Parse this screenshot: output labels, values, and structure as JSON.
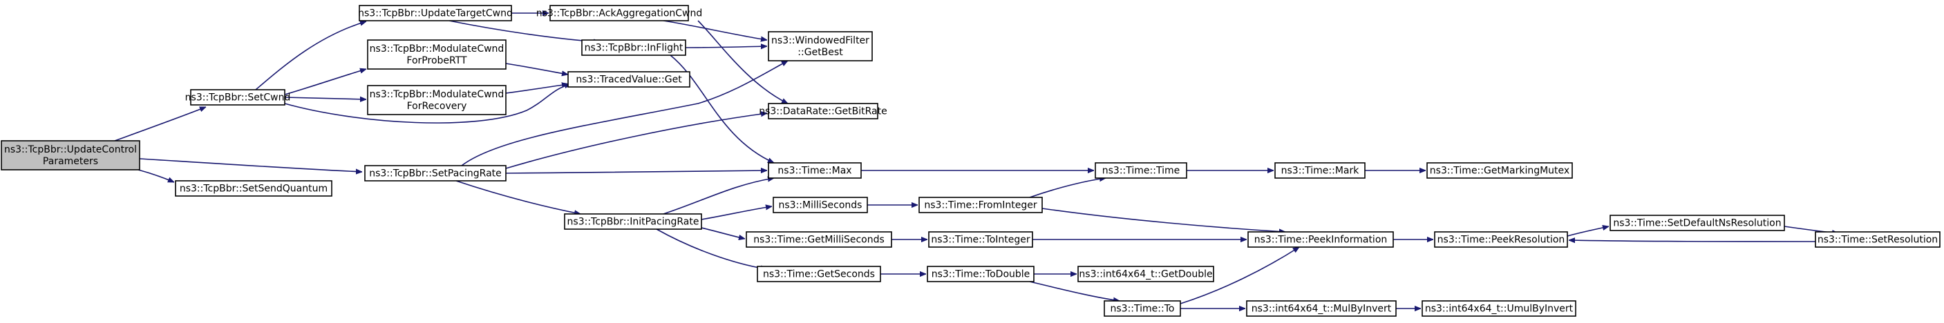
{
  "diagram": {
    "type": "call-graph",
    "colors": {
      "edge": "#191970",
      "node_border": "#000000",
      "root_fill": "#bfbfbf",
      "node_fill": "#ffffff"
    },
    "nodes": [
      {
        "id": "n0",
        "lines": [
          "ns3::TcpBbr::UpdateControl",
          "Parameters"
        ],
        "root": true
      },
      {
        "id": "n1",
        "lines": [
          "ns3::TcpBbr::SetCwnd"
        ]
      },
      {
        "id": "n2",
        "lines": [
          "ns3::TcpBbr::SetPacingRate"
        ]
      },
      {
        "id": "n3",
        "lines": [
          "ns3::TcpBbr::SetSendQuantum"
        ]
      },
      {
        "id": "n4",
        "lines": [
          "ns3::TcpBbr::UpdateTargetCwnd"
        ]
      },
      {
        "id": "n5",
        "lines": [
          "ns3::TcpBbr::ModulateCwnd",
          "ForProbeRTT"
        ]
      },
      {
        "id": "n6",
        "lines": [
          "ns3::TcpBbr::ModulateCwnd",
          "ForRecovery"
        ]
      },
      {
        "id": "n7",
        "lines": [
          "ns3::TcpBbr::InitPacingRate"
        ]
      },
      {
        "id": "n8",
        "lines": [
          "ns3::TcpBbr::AckAggregationCwnd"
        ]
      },
      {
        "id": "n9",
        "lines": [
          "ns3::TcpBbr::InFlight"
        ]
      },
      {
        "id": "n10",
        "lines": [
          "ns3::WindowedFilter",
          "::GetBest"
        ]
      },
      {
        "id": "n11",
        "lines": [
          "ns3::TracedValue::Get"
        ]
      },
      {
        "id": "n12",
        "lines": [
          "ns3::DataRate::GetBitRate"
        ]
      },
      {
        "id": "n13",
        "lines": [
          "ns3::Time::Max"
        ]
      },
      {
        "id": "n14",
        "lines": [
          "ns3::MilliSeconds"
        ]
      },
      {
        "id": "n15",
        "lines": [
          "ns3::Time::GetMilliSeconds"
        ]
      },
      {
        "id": "n16",
        "lines": [
          "ns3::Time::GetSeconds"
        ]
      },
      {
        "id": "n17",
        "lines": [
          "ns3::Time::FromInteger"
        ]
      },
      {
        "id": "n18",
        "lines": [
          "ns3::Time::ToInteger"
        ]
      },
      {
        "id": "n19",
        "lines": [
          "ns3::Time::ToDouble"
        ]
      },
      {
        "id": "n20",
        "lines": [
          "ns3::Time::Time"
        ]
      },
      {
        "id": "n21",
        "lines": [
          "ns3::Time::PeekInformation"
        ]
      },
      {
        "id": "n22",
        "lines": [
          "ns3::int64x64_t::GetDouble"
        ]
      },
      {
        "id": "n23",
        "lines": [
          "ns3::Time::To"
        ]
      },
      {
        "id": "n24",
        "lines": [
          "ns3::Time::Mark"
        ]
      },
      {
        "id": "n25",
        "lines": [
          "ns3::Time::PeekResolution"
        ]
      },
      {
        "id": "n26",
        "lines": [
          "ns3::int64x64_t::MulByInvert"
        ]
      },
      {
        "id": "n27",
        "lines": [
          "ns3::Time::GetMarkingMutex"
        ]
      },
      {
        "id": "n28",
        "lines": [
          "ns3::Time::SetDefaultNsResolution"
        ]
      },
      {
        "id": "n29",
        "lines": [
          "ns3::int64x64_t::UmulByInvert"
        ]
      },
      {
        "id": "n30",
        "lines": [
          "ns3::Time::SetResolution"
        ]
      }
    ],
    "edges": [
      {
        "from": "n0",
        "to": "n1"
      },
      {
        "from": "n0",
        "to": "n2"
      },
      {
        "from": "n0",
        "to": "n3"
      },
      {
        "from": "n1",
        "to": "n4"
      },
      {
        "from": "n1",
        "to": "n5"
      },
      {
        "from": "n1",
        "to": "n6"
      },
      {
        "from": "n1",
        "to": "n11"
      },
      {
        "from": "n2",
        "to": "n10"
      },
      {
        "from": "n2",
        "to": "n12"
      },
      {
        "from": "n2",
        "to": "n13"
      },
      {
        "from": "n2",
        "to": "n7"
      },
      {
        "from": "n4",
        "to": "n8"
      },
      {
        "from": "n4",
        "to": "n9"
      },
      {
        "from": "n5",
        "to": "n11"
      },
      {
        "from": "n6",
        "to": "n11"
      },
      {
        "from": "n8",
        "to": "n10"
      },
      {
        "from": "n8",
        "to": "n12"
      },
      {
        "from": "n9",
        "to": "n10"
      },
      {
        "from": "n9",
        "to": "n13"
      },
      {
        "from": "n7",
        "to": "n13"
      },
      {
        "from": "n7",
        "to": "n14"
      },
      {
        "from": "n7",
        "to": "n15"
      },
      {
        "from": "n7",
        "to": "n16"
      },
      {
        "from": "n13",
        "to": "n20"
      },
      {
        "from": "n14",
        "to": "n17"
      },
      {
        "from": "n15",
        "to": "n18"
      },
      {
        "from": "n16",
        "to": "n19"
      },
      {
        "from": "n17",
        "to": "n20"
      },
      {
        "from": "n17",
        "to": "n21"
      },
      {
        "from": "n18",
        "to": "n21"
      },
      {
        "from": "n19",
        "to": "n22"
      },
      {
        "from": "n19",
        "to": "n23"
      },
      {
        "from": "n20",
        "to": "n24"
      },
      {
        "from": "n21",
        "to": "n25"
      },
      {
        "from": "n23",
        "to": "n21"
      },
      {
        "from": "n23",
        "to": "n26"
      },
      {
        "from": "n24",
        "to": "n27"
      },
      {
        "from": "n25",
        "to": "n28"
      },
      {
        "from": "n26",
        "to": "n29"
      },
      {
        "from": "n28",
        "to": "n30"
      },
      {
        "from": "n30",
        "to": "n25"
      }
    ]
  }
}
